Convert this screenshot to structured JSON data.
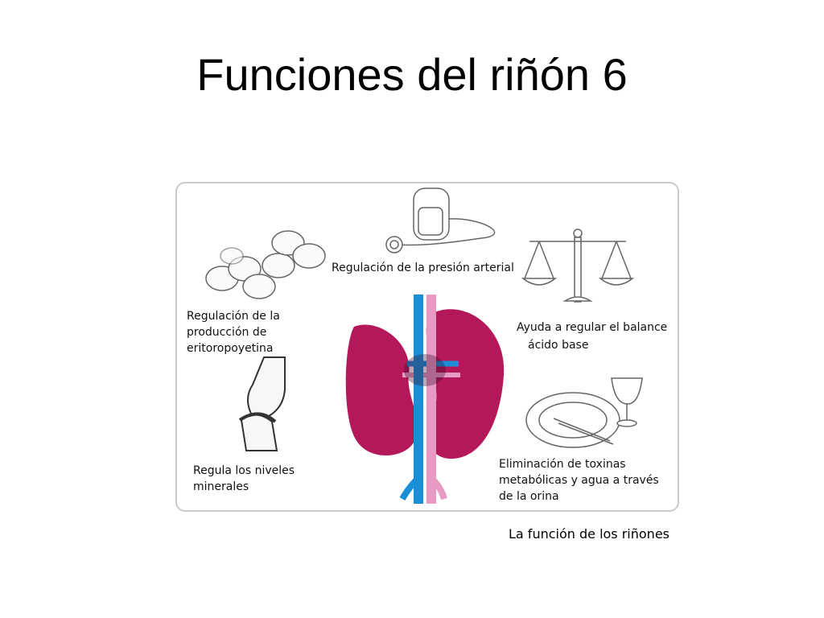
{
  "title": "Funciones del riñón 6",
  "caption": "La función de los riñones",
  "functions": {
    "blood_pressure": "Regulación de la  presión arterial",
    "erythropoietin": [
      "Regulación de la",
      "producción de",
      "eritoropoyetina"
    ],
    "acid_base": [
      "Ayuda a regular el balance",
      "ácido base"
    ],
    "minerals": [
      "Regula los niveles",
      "minerales"
    ],
    "toxins": [
      "Eliminación de toxinas",
      "metabólicas y agua a través",
      "de la orina"
    ]
  },
  "colors": {
    "kidney": "#b5185a",
    "vein": "#1a8fd6",
    "artery": "#e89ac4",
    "outline": "#555555"
  },
  "icons": [
    "red-blood-cells-icon",
    "blood-pressure-cuff-icon",
    "balance-scale-icon",
    "bone-joint-icon",
    "plate-cutlery-glass-icon",
    "kidneys-icon"
  ]
}
